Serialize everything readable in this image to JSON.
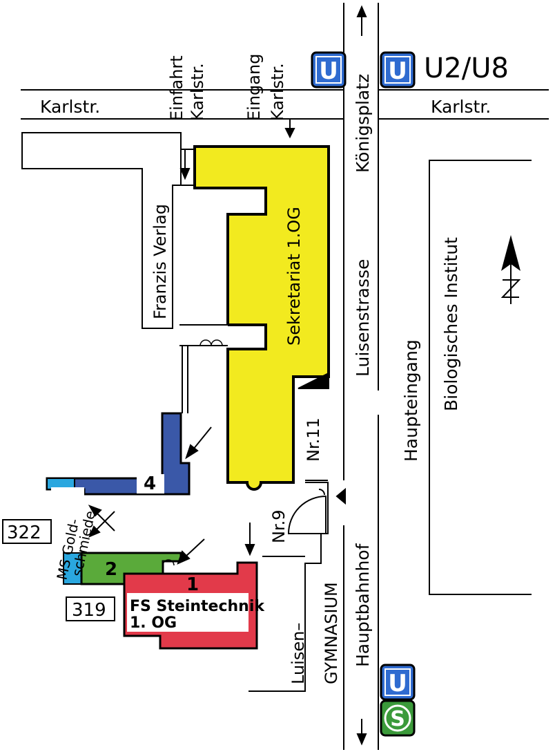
{
  "streets": {
    "karlstr_left": "Karlstr.",
    "karlstr_right": "Karlstr.",
    "koenigsplatz": "Königsplatz",
    "luisenstrasse": "Luisenstrasse",
    "hauptbahnhof": "Hauptbahnhof"
  },
  "entrances": {
    "einfahrt": "Einfahrt",
    "einfahrt_street": "Karlstr.",
    "eingang": "Eingang",
    "eingang_street": "Karlstr.",
    "haupteingang": "Haupteingang"
  },
  "buildings": {
    "franzis_verlag": "Franzis Verlag",
    "sekretariat": "Sekretariat  1.OG",
    "biologisches_institut": "Biologisches Institut",
    "nr11": "Nr.11",
    "nr9": "Nr.9",
    "gymnasium_1": "Luisen–",
    "gymnasium_2": "GYMNASIUM",
    "ms_goldschmiede_1": "MS Gold-",
    "ms_goldschmiede_2": "schmiede",
    "fs_steintechnik_1": "FS Steintechnik",
    "fs_steintechnik_2": "1. OG"
  },
  "numbers": {
    "building_1": "1",
    "building_2": "2",
    "building_4": "4",
    "room_322": "322",
    "room_319": "319"
  },
  "transit": {
    "u_letter": "U",
    "s_letter": "S",
    "lines": "U2/U8"
  },
  "north_letter": "N",
  "colors": {
    "sekretariat": "#f2ea1f",
    "building_4": "#3a58a8",
    "goldschmiede": "#2aa7df",
    "building_2": "#5aaa3a",
    "building_1": "#e23a4a",
    "ubahn": "#2f6bd0",
    "sbahn": "#3b9a3a"
  }
}
